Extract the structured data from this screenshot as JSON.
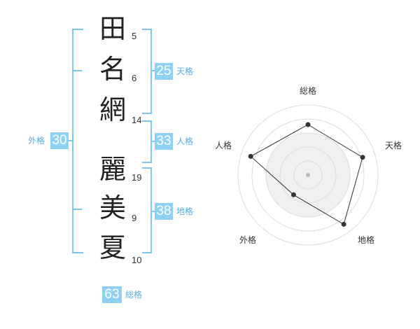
{
  "surname": [
    {
      "char": "田",
      "strokes": "5"
    },
    {
      "char": "名",
      "strokes": "6"
    },
    {
      "char": "網",
      "strokes": "14"
    }
  ],
  "given": [
    {
      "char": "麗",
      "strokes": "19"
    },
    {
      "char": "美",
      "strokes": "9"
    },
    {
      "char": "夏",
      "strokes": "10"
    }
  ],
  "kaku": {
    "tenkaku": {
      "value": "25",
      "label": "天格"
    },
    "jinkaku": {
      "value": "33",
      "label": "人格"
    },
    "chikaku": {
      "value": "38",
      "label": "地格"
    },
    "gaikaku": {
      "value": "30",
      "label": "外格"
    },
    "soukaku": {
      "value": "63",
      "label": "総格"
    }
  },
  "colors": {
    "accent": "#8fd1f4",
    "bracket": "#7cc6ef",
    "label": "#56aee0"
  },
  "chart_data": {
    "type": "radar",
    "axes": [
      "総格",
      "天格",
      "地格",
      "外格",
      "人格"
    ],
    "values": [
      0.72,
      0.82,
      0.87,
      0.35,
      0.86
    ],
    "rlim": [
      0,
      1
    ]
  }
}
